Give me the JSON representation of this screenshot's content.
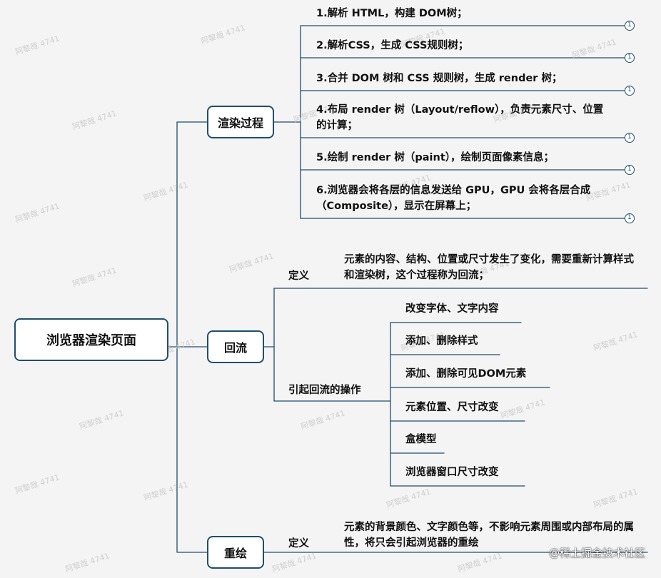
{
  "root": {
    "label": "浏览器渲染页面"
  },
  "render_process": {
    "label": "渲染过程",
    "steps": [
      {
        "text": "1.解析 HTML，构建 DOM树；",
        "badge": "1"
      },
      {
        "text": "2.解析CSS，生成 CSS规则树；",
        "badge": "1"
      },
      {
        "text": "3.合并 DOM 树和 CSS 规则树，生成 render 树；",
        "badge": "1"
      },
      {
        "text": "4.布局 render 树（Layout/reflow），负责元素尺寸、位置的计算；",
        "badge": "1"
      },
      {
        "text": "5.绘制 render 树（paint），绘制页面像素信息；",
        "badge": "1"
      },
      {
        "text": "6.浏览器会将各层的信息发送给 GPU，GPU 会将各层合成（Composite），显示在屏幕上；",
        "badge": "1"
      }
    ]
  },
  "reflow": {
    "label": "回流",
    "definition_label": "定义",
    "definition_text": "元素的内容、结构、位置或尺寸发生了变化，需要重新计算样式和渲染树，这个过程称为回流；",
    "triggers_label": "引起回流的操作",
    "triggers": [
      "改变字体、文字内容",
      "添加、删除样式",
      "添加、删除可见DOM元素",
      "元素位置、尺寸改变",
      "盒模型",
      "浏览器窗口尺寸改变"
    ]
  },
  "repaint": {
    "label": "重绘",
    "definition_label": "定义",
    "definition_text": "元素的背景颜色、文字颜色等，不影响元素周围或内部布局的属性，将只会引起浏览器的重绘"
  },
  "watermark": "阿黎哉 4741",
  "credit": "@稀土掘金技术社区",
  "colors": {
    "line": "#1e4e6e",
    "background": "#f4f4f4",
    "node_fill": "#ffffff"
  }
}
